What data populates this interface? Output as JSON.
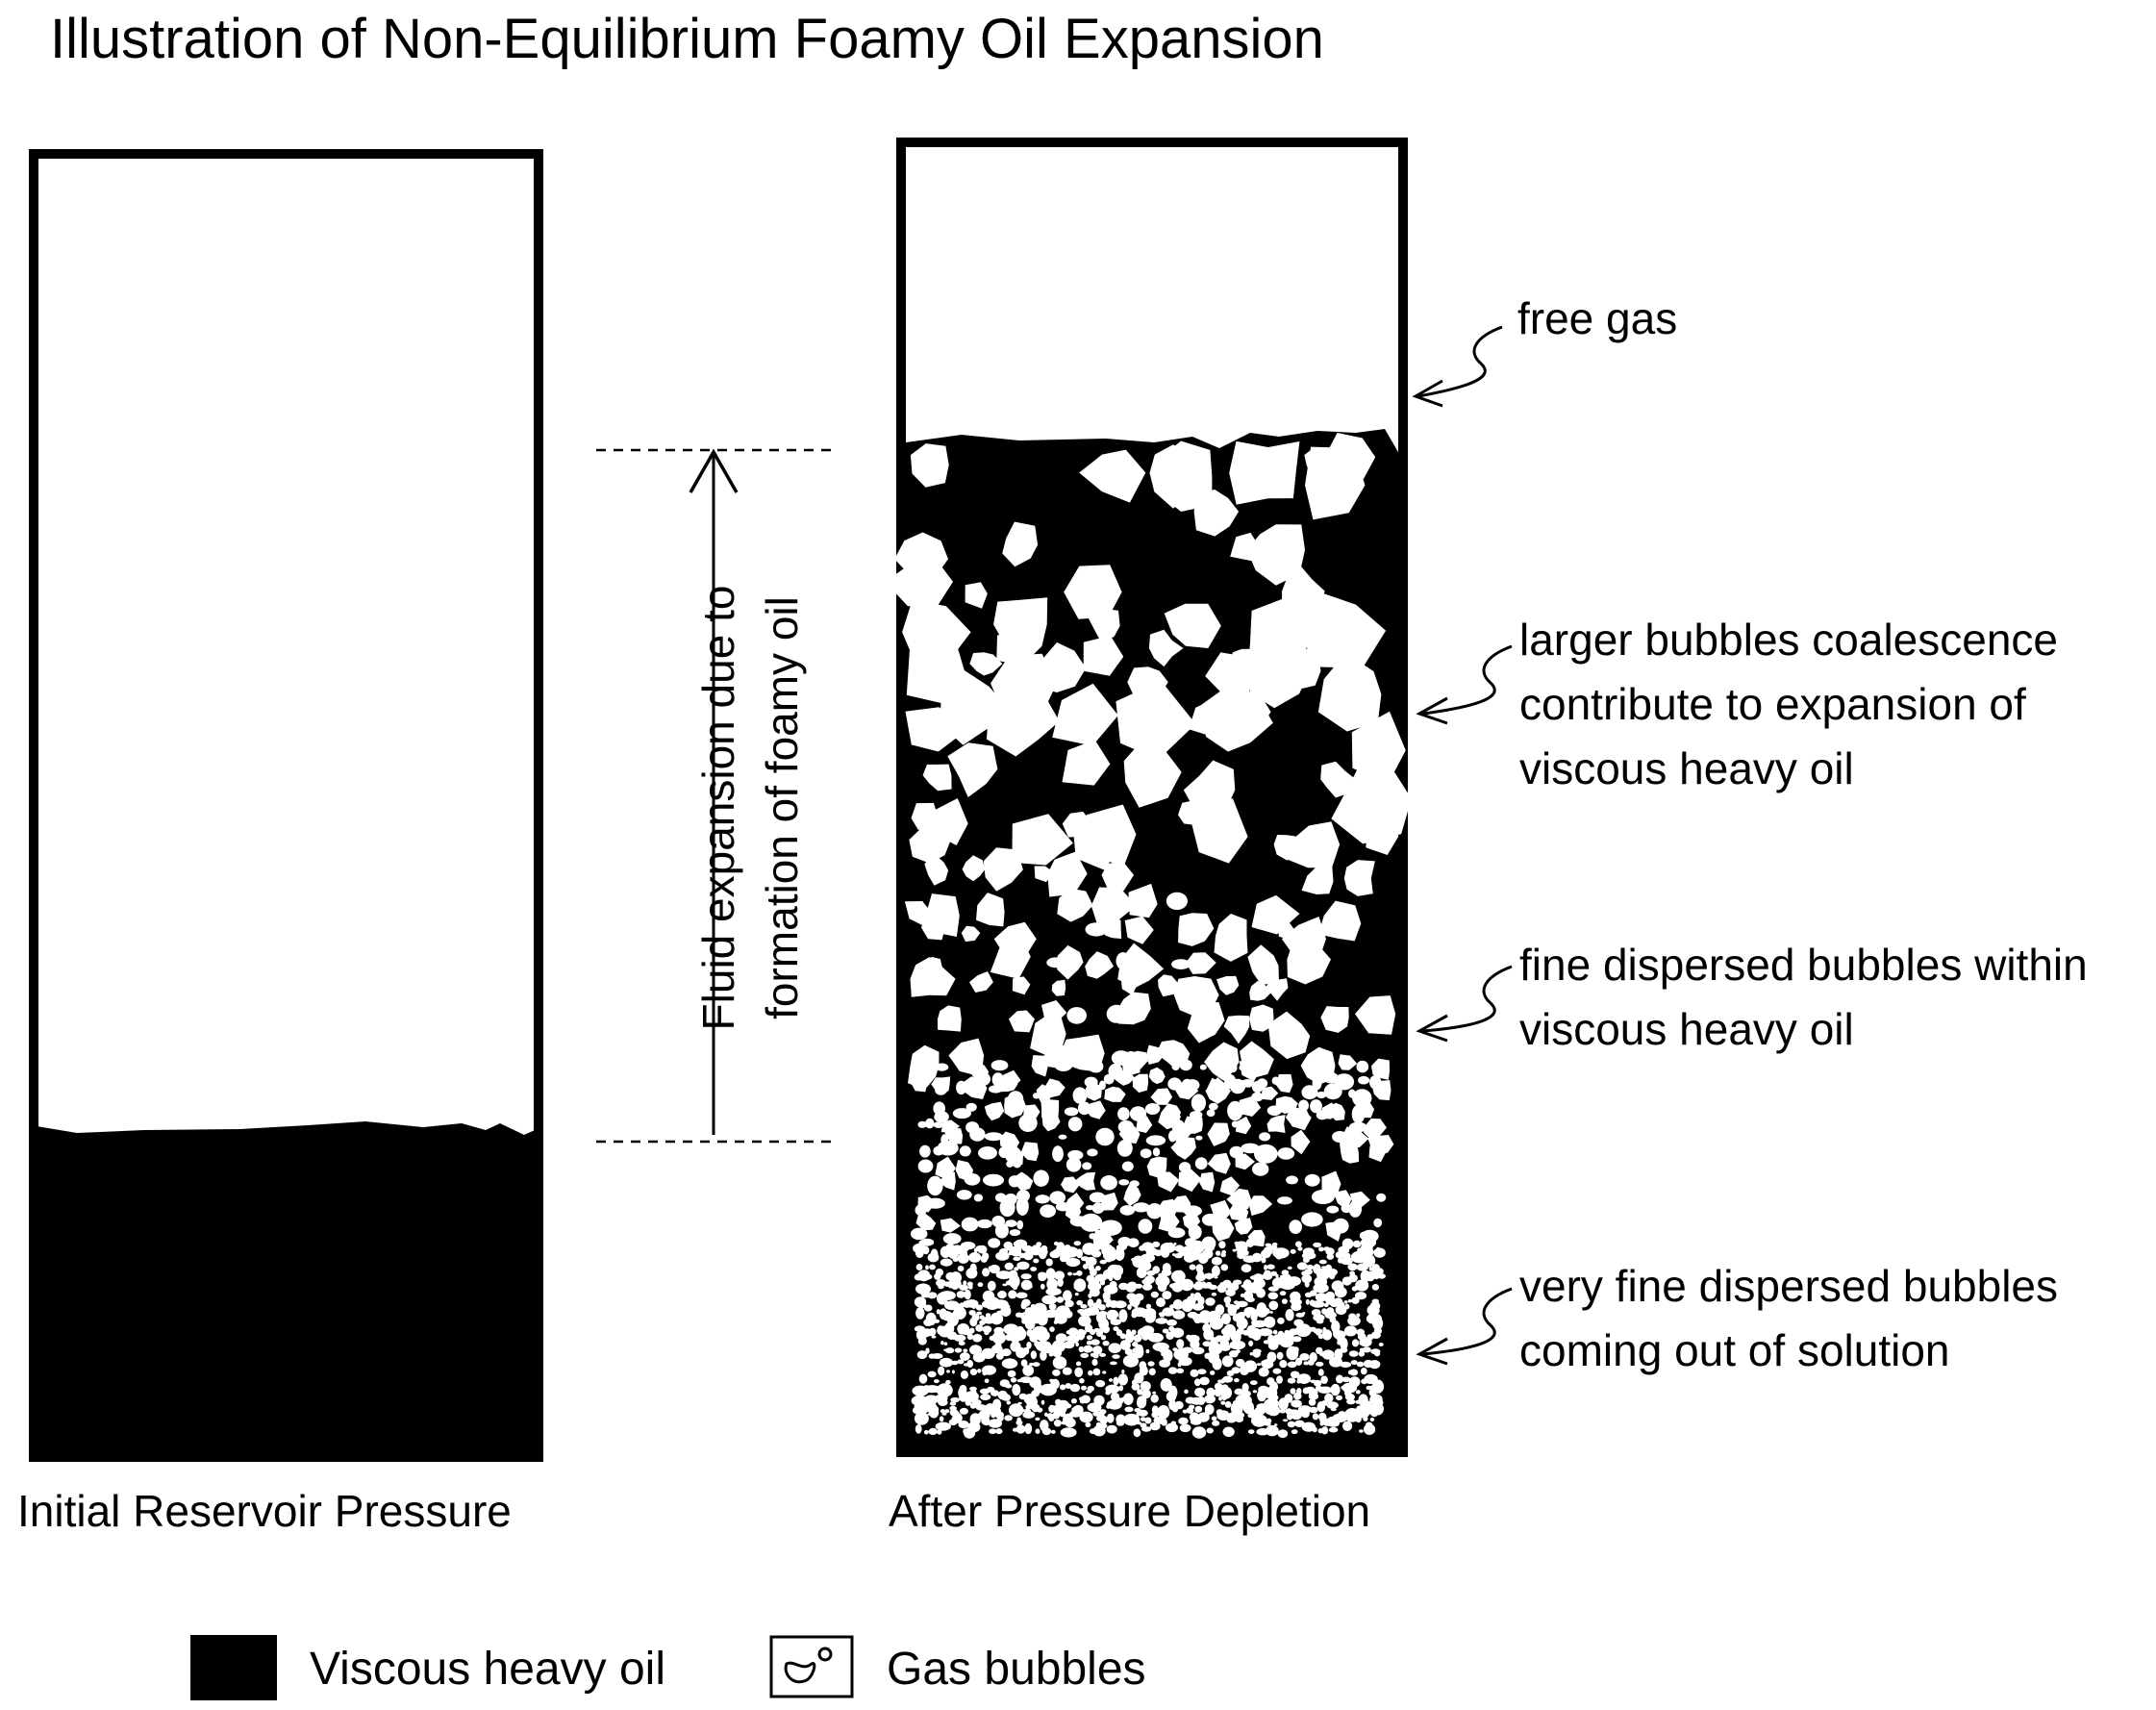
{
  "title": "Illustration of Non-Equilibrium Foamy Oil Expansion",
  "panels": {
    "left_caption": "Initial Reservoir Pressure",
    "right_caption": "After Pressure Depletion"
  },
  "expansion_label": {
    "line1": "Fluid expansion due to",
    "line2": "formation of foamy oil"
  },
  "annotations": {
    "free_gas": "free gas",
    "larger": [
      "larger bubbles coalescence",
      "contribute to expansion of",
      "viscous heavy oil"
    ],
    "fine": [
      "fine dispersed bubbles within",
      "viscous heavy oil"
    ],
    "very_fine": [
      "very fine dispersed bubbles",
      "coming out of solution"
    ]
  },
  "legend": {
    "oil": "Viscous heavy oil",
    "gas": "Gas bubbles"
  },
  "colors": {
    "oil": "#000000",
    "gas": "#ffffff"
  }
}
